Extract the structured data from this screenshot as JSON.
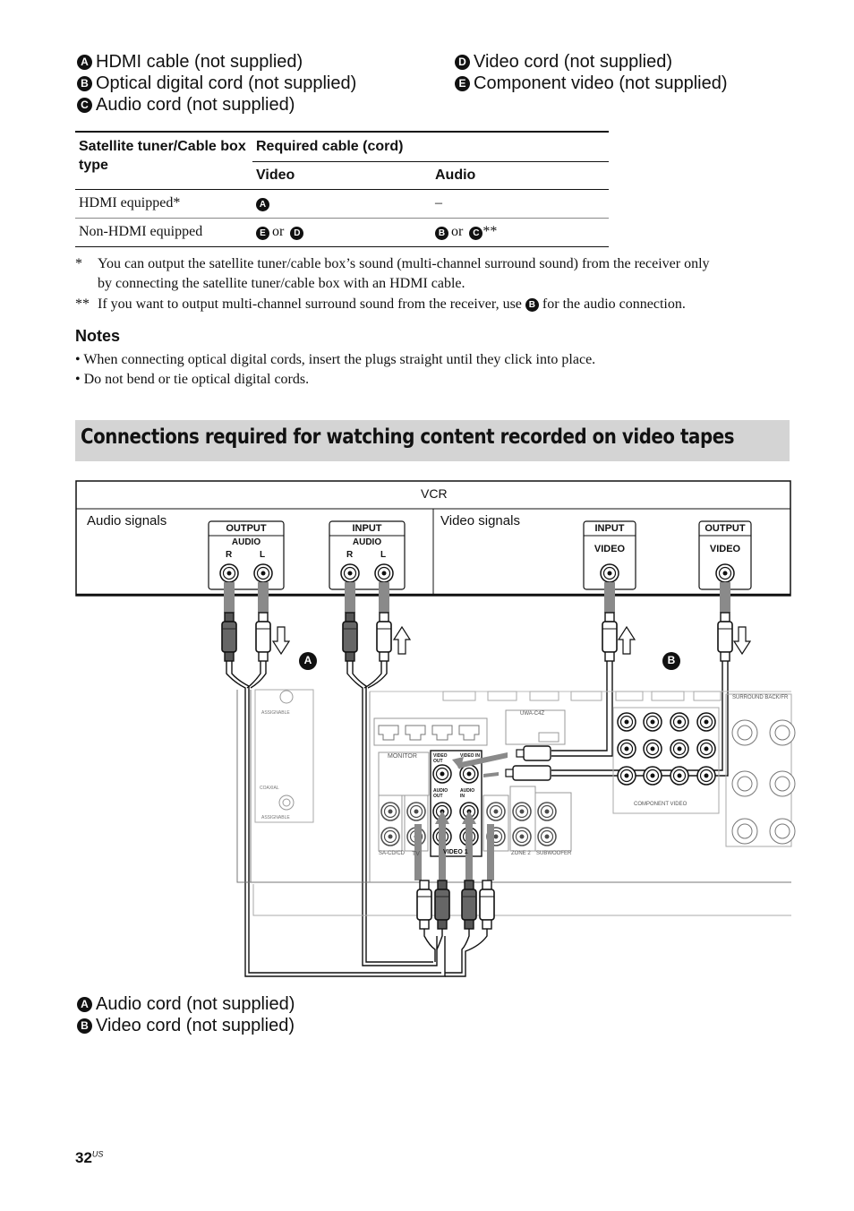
{
  "top_legend": {
    "a": {
      "letter": "A",
      "text": "HDMI cable (not supplied)"
    },
    "b": {
      "letter": "B",
      "text": "Optical digital cord (not supplied)"
    },
    "c": {
      "letter": "C",
      "text": "Audio cord (not supplied)"
    },
    "d": {
      "letter": "D",
      "text": "Video cord (not supplied)"
    },
    "e": {
      "letter": "E",
      "text": "Component video (not supplied)"
    }
  },
  "table": {
    "col1_header": "Satellite tuner/Cable box type",
    "col23_header": "Required cable (cord)",
    "video_header": "Video",
    "audio_header": "Audio",
    "row1": {
      "type": "HDMI equipped*",
      "video": "A",
      "audio": "–"
    },
    "row2": {
      "type": "Non-HDMI equipped",
      "video_a": "E",
      "video_or": "or",
      "video_b": "D",
      "audio_a": "B",
      "audio_or": "or",
      "audio_b": "C",
      "audio_suffix": "**"
    }
  },
  "footnotes": {
    "f1_mark": "*",
    "f1_line1": "You can output the satellite tuner/cable box’s sound (multi-channel surround sound) from the receiver only",
    "f1_line2": "by connecting the satellite tuner/cable box with an HDMI cable.",
    "f2_mark": "**",
    "f2_pre": "If you want to output multi-channel surround sound from the receiver, use",
    "f2_letter": "B",
    "f2_post": "for the audio connection."
  },
  "notes": {
    "title": "Notes",
    "items": [
      "When connecting optical digital cords, insert the plugs straight until they click into place.",
      "Do not bend or tie optical digital cords."
    ]
  },
  "section_title": "Connections required for watching content recorded on video tapes",
  "diagram": {
    "vcr_label": "VCR",
    "audio_signals": "Audio signals",
    "video_signals": "Video signals",
    "audio_output_title": "OUTPUT",
    "audio_input_title": "INPUT",
    "audio_sub": "AUDIO",
    "r": "R",
    "l": "L",
    "video_input_title": "INPUT",
    "video_output_title": "OUTPUT",
    "video_sub": "VIDEO",
    "callout_a": "A",
    "callout_b": "B",
    "receiver_labels": {
      "monitor": "MONITOR",
      "video_out": "VIDEO OUT",
      "video_in": "VIDEO IN",
      "audio_out": "AUDIO OUT",
      "audio_in": "AUDIO IN",
      "video1": "VIDEO 1",
      "tv": "TV",
      "sa_cd": "SA-CD/CD",
      "zone2": "ZONE 2",
      "subwoofer": "SUBWOOFER",
      "component_video": "COMPONENT VIDEO",
      "surround_back": "SURROUND BACK/FR",
      "uwa": "UWA-C4Z",
      "assignable": "ASSIGNABLE",
      "coaxial": "COAXIAL"
    }
  },
  "bottom_legend": {
    "a": {
      "letter": "A",
      "text": "Audio cord (not supplied)"
    },
    "b": {
      "letter": "B",
      "text": "Video cord (not supplied)"
    }
  },
  "page_number": "32",
  "page_suffix": "US"
}
